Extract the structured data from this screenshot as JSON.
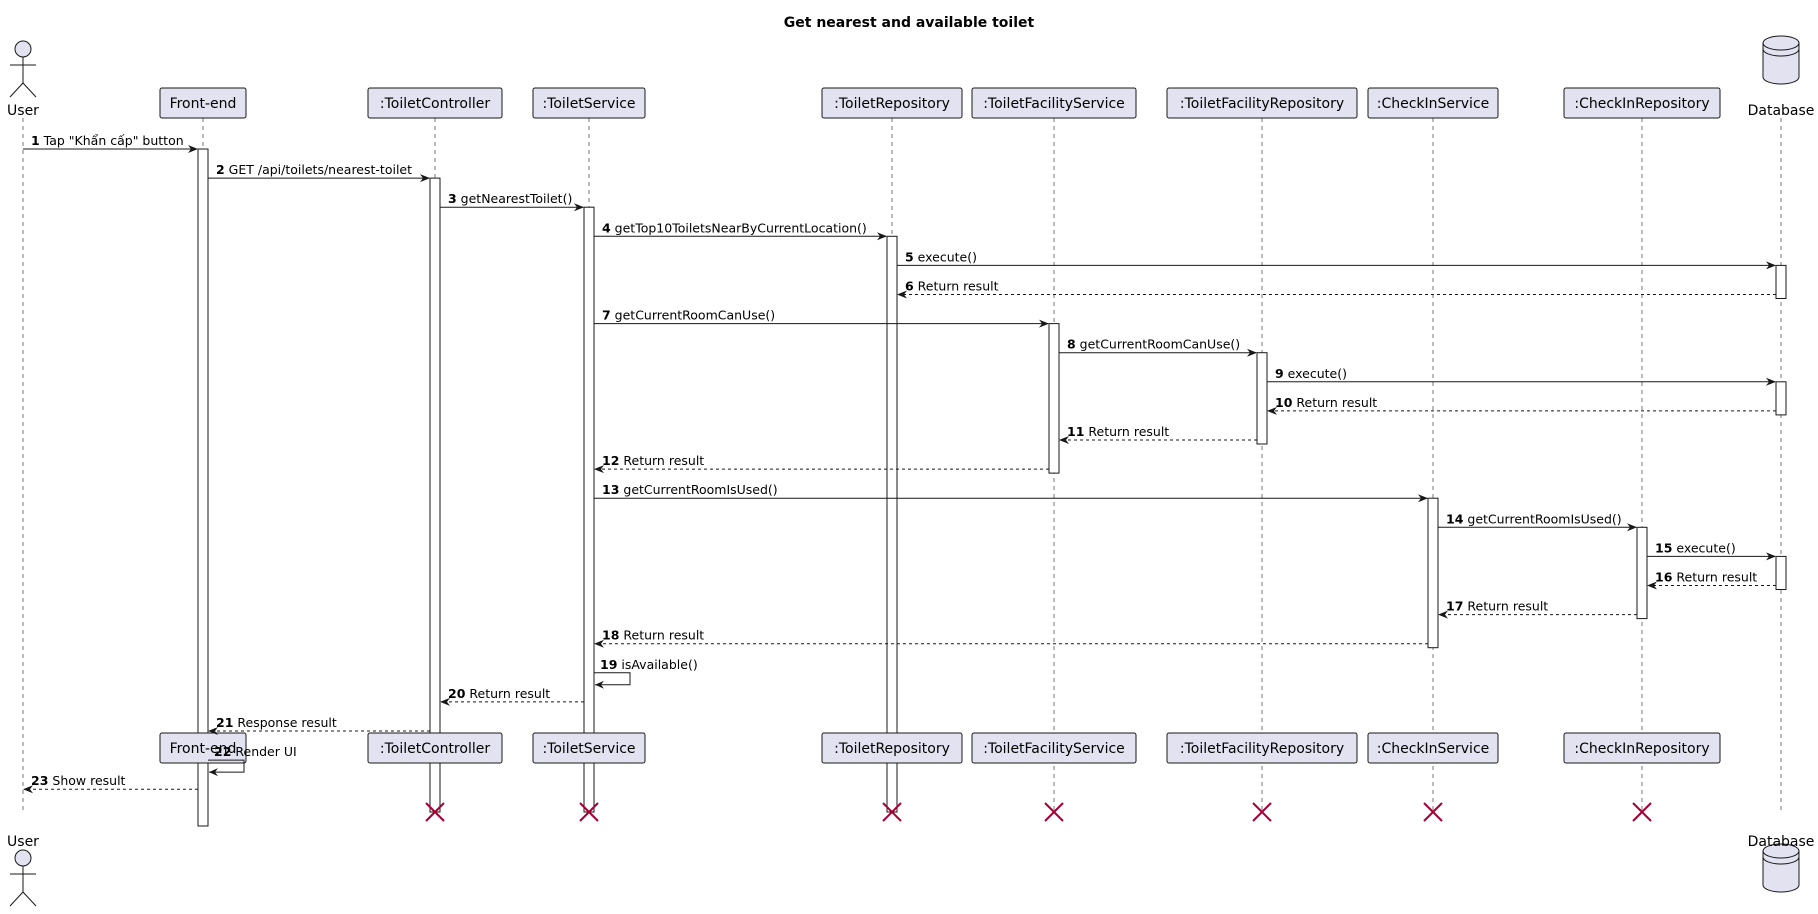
{
  "diagram": {
    "title": "Get nearest and available toilet",
    "participants": [
      {
        "id": "user",
        "label": "User",
        "kind": "actor"
      },
      {
        "id": "fe",
        "label": "Front-end",
        "kind": "box"
      },
      {
        "id": "tc",
        "label": ":ToiletController",
        "kind": "box"
      },
      {
        "id": "ts",
        "label": ":ToiletService",
        "kind": "box"
      },
      {
        "id": "tr",
        "label": ":ToiletRepository",
        "kind": "box"
      },
      {
        "id": "tfs",
        "label": ":ToiletFacilityService",
        "kind": "box"
      },
      {
        "id": "tfr",
        "label": ":ToiletFacilityRepository",
        "kind": "box"
      },
      {
        "id": "cis",
        "label": ":CheckInService",
        "kind": "box"
      },
      {
        "id": "cir",
        "label": ":CheckInRepository",
        "kind": "box"
      },
      {
        "id": "db",
        "label": "Database",
        "kind": "database"
      }
    ],
    "messages": [
      {
        "num": "1",
        "from": "user",
        "to": "fe",
        "label": "Tap \"Khẩn cấp\" button",
        "type": "call"
      },
      {
        "num": "2",
        "from": "fe",
        "to": "tc",
        "label": "GET /api/toilets/nearest-toilet",
        "type": "call"
      },
      {
        "num": "3",
        "from": "tc",
        "to": "ts",
        "label": "getNearestToilet()",
        "type": "call"
      },
      {
        "num": "4",
        "from": "ts",
        "to": "tr",
        "label": "getTop10ToiletsNearByCurrentLocation()",
        "type": "call"
      },
      {
        "num": "5",
        "from": "tr",
        "to": "db",
        "label": "execute()",
        "type": "call"
      },
      {
        "num": "6",
        "from": "db",
        "to": "tr",
        "label": "Return result",
        "type": "return"
      },
      {
        "num": "7",
        "from": "ts",
        "to": "tfs",
        "label": "getCurrentRoomCanUse()",
        "type": "call"
      },
      {
        "num": "8",
        "from": "tfs",
        "to": "tfr",
        "label": "getCurrentRoomCanUse()",
        "type": "call"
      },
      {
        "num": "9",
        "from": "tfr",
        "to": "db",
        "label": "execute()",
        "type": "call"
      },
      {
        "num": "10",
        "from": "db",
        "to": "tfr",
        "label": "Return result",
        "type": "return"
      },
      {
        "num": "11",
        "from": "tfr",
        "to": "tfs",
        "label": "Return result",
        "type": "return"
      },
      {
        "num": "12",
        "from": "tfs",
        "to": "ts",
        "label": "Return result",
        "type": "return"
      },
      {
        "num": "13",
        "from": "ts",
        "to": "cis",
        "label": "getCurrentRoomIsUsed()",
        "type": "call"
      },
      {
        "num": "14",
        "from": "cis",
        "to": "cir",
        "label": "getCurrentRoomIsUsed()",
        "type": "call"
      },
      {
        "num": "15",
        "from": "cir",
        "to": "db",
        "label": "execute()",
        "type": "call"
      },
      {
        "num": "16",
        "from": "db",
        "to": "cir",
        "label": "Return result",
        "type": "return"
      },
      {
        "num": "17",
        "from": "cir",
        "to": "cis",
        "label": "Return result",
        "type": "return"
      },
      {
        "num": "18",
        "from": "cis",
        "to": "ts",
        "label": "Return result",
        "type": "return"
      },
      {
        "num": "19",
        "from": "ts",
        "to": "ts",
        "label": "isAvailable()",
        "type": "self"
      },
      {
        "num": "20",
        "from": "ts",
        "to": "tc",
        "label": "Return result",
        "type": "return"
      },
      {
        "num": "21",
        "from": "tc",
        "to": "fe",
        "label": "Response result",
        "type": "return"
      },
      {
        "num": "22",
        "from": "fe",
        "to": "fe",
        "label": "Render UI",
        "type": "self"
      },
      {
        "num": "23",
        "from": "fe",
        "to": "user",
        "label": "Show result",
        "type": "return"
      }
    ],
    "destroyed": [
      "tc",
      "ts",
      "tr",
      "tfs",
      "tfr",
      "cis",
      "cir"
    ],
    "colors": {
      "participant_fill": "#E2E2F0",
      "border": "#181818",
      "destroy_mark": "#A80036"
    }
  }
}
